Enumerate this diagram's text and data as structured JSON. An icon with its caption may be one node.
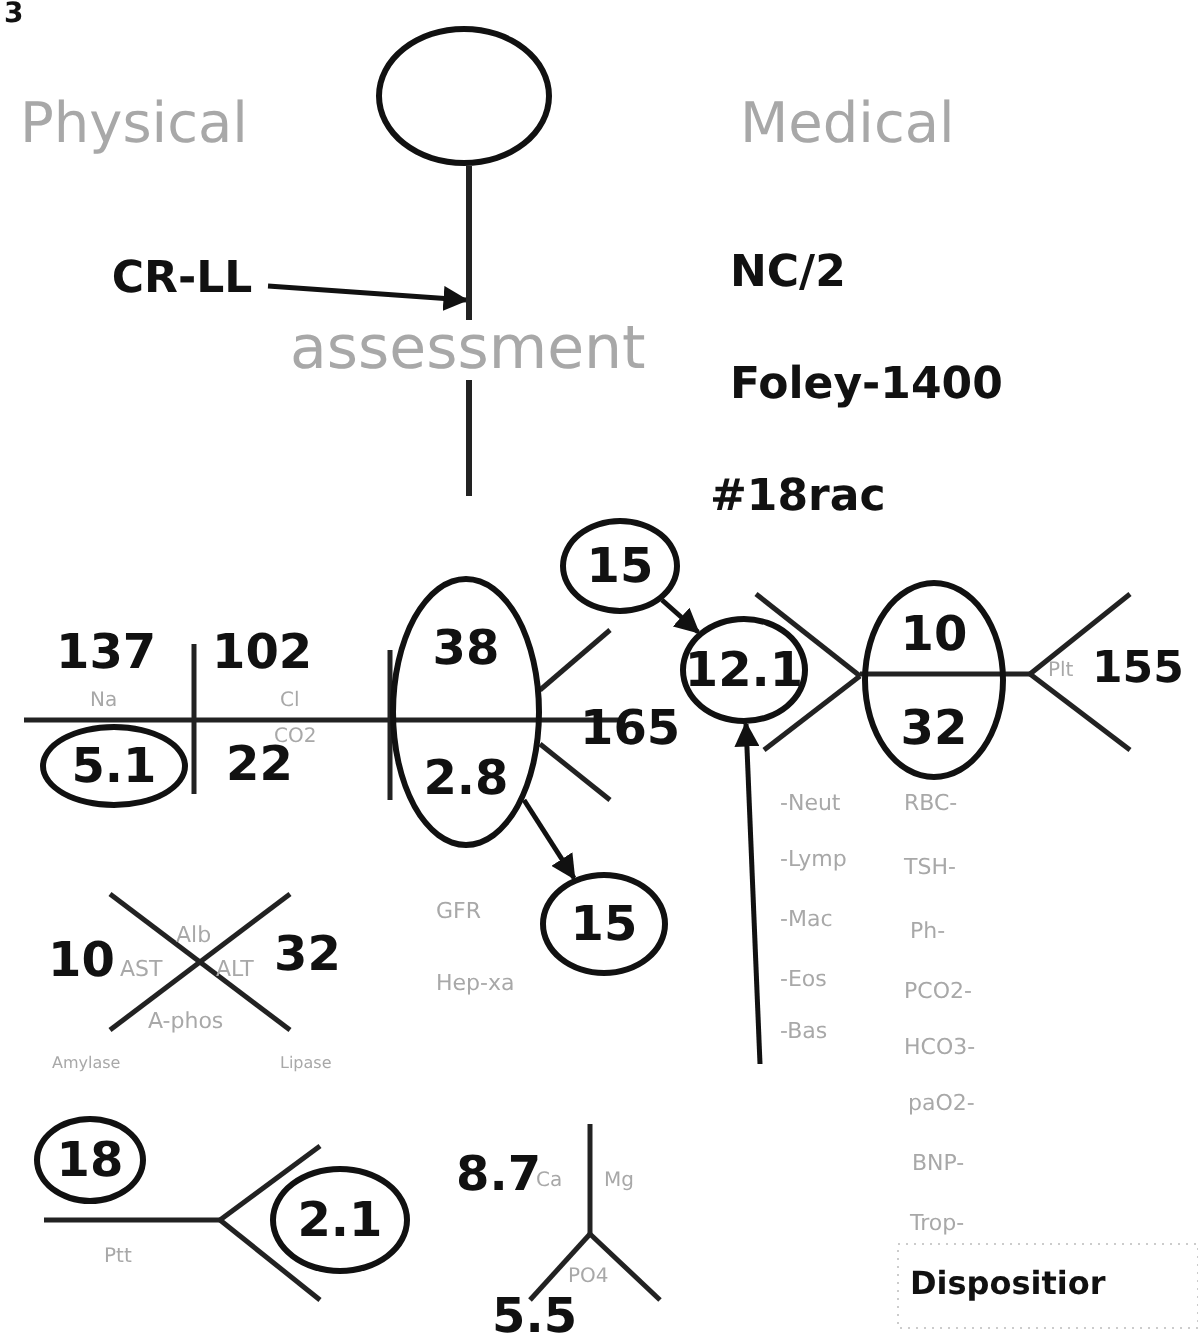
{
  "diagram": {
    "nodes": [
      {
        "text": [],
        "shape": "circle"
      },
      {
        "text": [
          "CR-LL"
        ]
      },
      {
        "text": [
          "5.1"
        ]
      },
      {
        "text": [
          "38",
          "2.8"
        ]
      },
      {
        "text": [
          "15"
        ]
      },
      {
        "text": [
          "12.1"
        ]
      },
      {
        "text": [
          "10",
          "32"
        ]
      },
      {
        "text": [
          "15"
        ]
      },
      {
        "text": [
          "18"
        ]
      },
      {
        "text": [
          "2.1"
        ]
      },
      {
        "text": [],
        "shape": "bar"
      }
    ],
    "edges": [
      {
        "from": 1,
        "to": 10,
        "arrow": "to"
      },
      {
        "from": 4,
        "to": 5,
        "arrow": "to"
      },
      {
        "from": 3,
        "to": 7,
        "arrow": "to"
      },
      {
        "from": null,
        "to": 5,
        "arrow": "to"
      }
    ],
    "labels": [
      "3",
      "Physical",
      "Medical",
      "NC/2",
      "assessment",
      "Foley-1400",
      "#18rac",
      "137",
      "102",
      "Na",
      "Cl",
      "CO2",
      "22",
      "165",
      "Plt",
      "155",
      "-Neut",
      "RBC-",
      "-Lymp",
      "TSH-",
      "GFR",
      "-Mac",
      "Ph-",
      "Hep-xa",
      "10",
      "Alb",
      "32",
      "AST",
      "ALT",
      "-Eos",
      "PCO2-",
      "A-phos",
      "-Bas",
      "HCO3-",
      "Amylase",
      "Lipase",
      "paO2-",
      "8.7",
      "Ca",
      "Mg",
      "Ptt",
      "BNP-",
      "PO4",
      "Trop-",
      "5.5",
      "Dispositior"
    ]
  }
}
